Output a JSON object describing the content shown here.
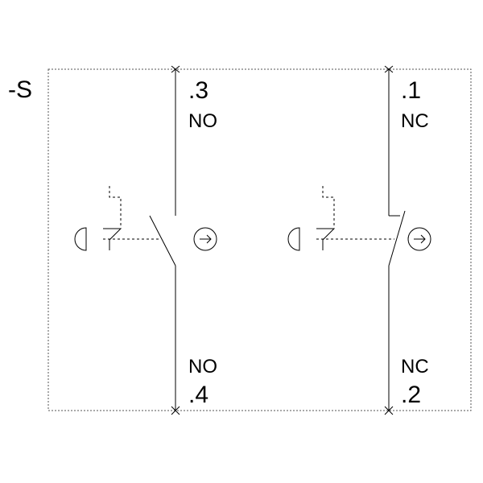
{
  "device_label": "-S",
  "contact_left": {
    "top_terminal": ".3",
    "top_type": "NO",
    "bottom_type": "NO",
    "bottom_terminal": ".4"
  },
  "contact_right": {
    "top_terminal": ".1",
    "top_type": "NC",
    "bottom_type": "NC",
    "bottom_terminal": ".2"
  }
}
